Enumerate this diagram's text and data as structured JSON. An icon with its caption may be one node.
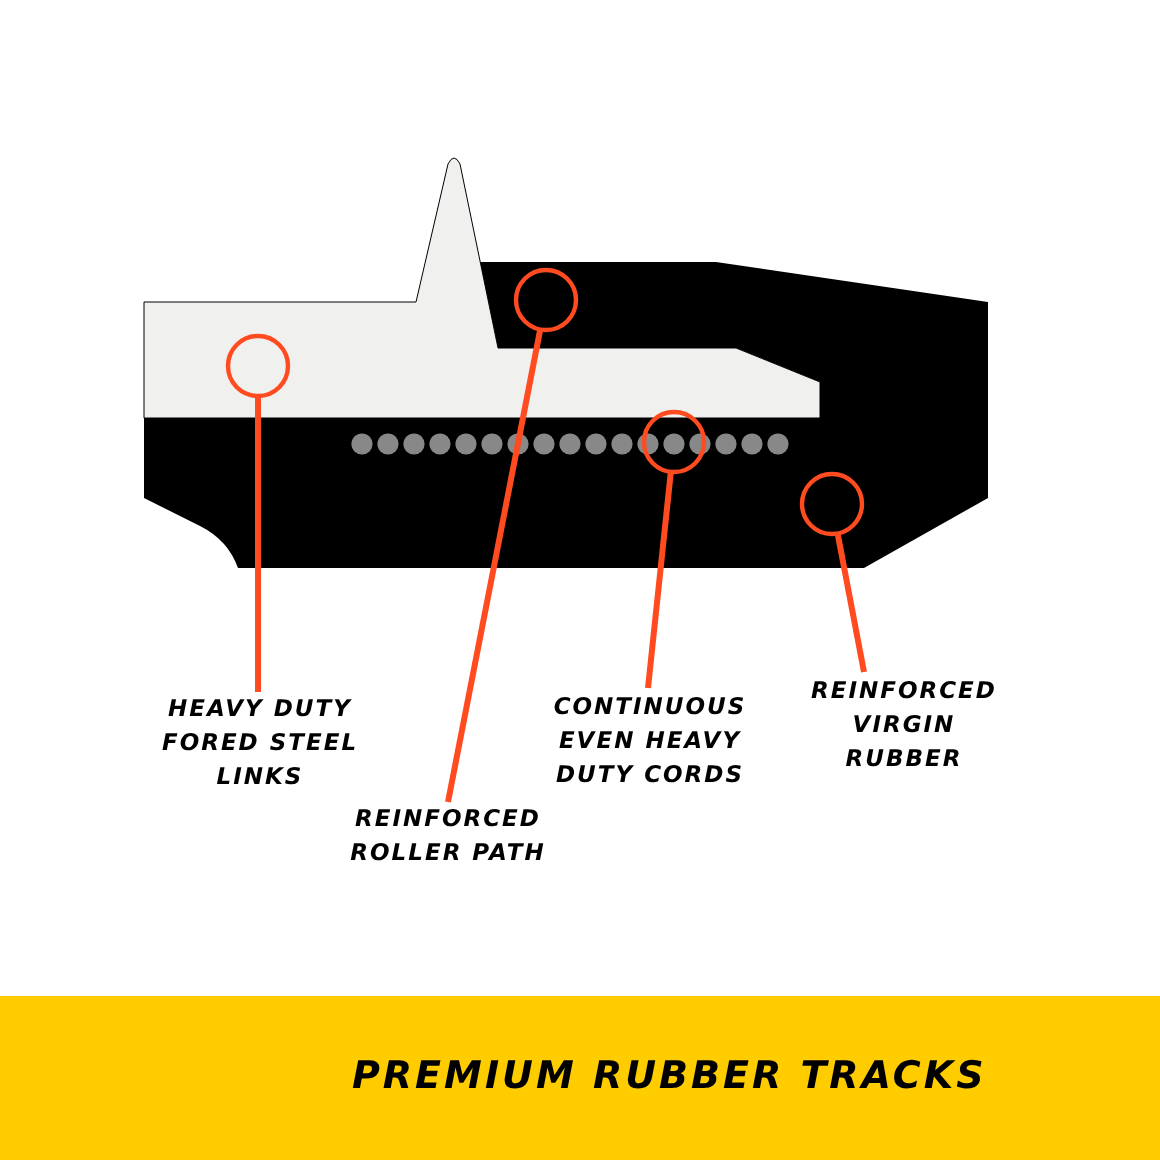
{
  "diagram": {
    "nodes": [
      {
        "text": [],
        "shape": "circle"
      },
      {
        "text": [],
        "shape": "circle"
      },
      {
        "text": [],
        "shape": "circle"
      },
      {
        "text": [],
        "shape": "circle"
      },
      {
        "text": [
          "HEAVY DUTY FORED STEEL LINKS"
        ]
      },
      {
        "text": [
          "REINFORCED ROLLER PATH"
        ]
      },
      {
        "text": [
          "CONTINUOUS EVEN HEAVY DUTY CORDS"
        ]
      },
      {
        "text": [
          "REINFORCED VIRGIN RUBBER"
        ]
      }
    ],
    "edges": [
      {
        "from": 4,
        "to": 0,
        "arrow": "none"
      },
      {
        "from": 5,
        "to": 1,
        "arrow": "none"
      },
      {
        "from": 6,
        "to": 2,
        "arrow": "none"
      },
      {
        "from": 7,
        "to": 3,
        "arrow": "none"
      }
    ],
    "labels": [
      "PREMIUM RUBBER TRACKS"
    ]
  }
}
